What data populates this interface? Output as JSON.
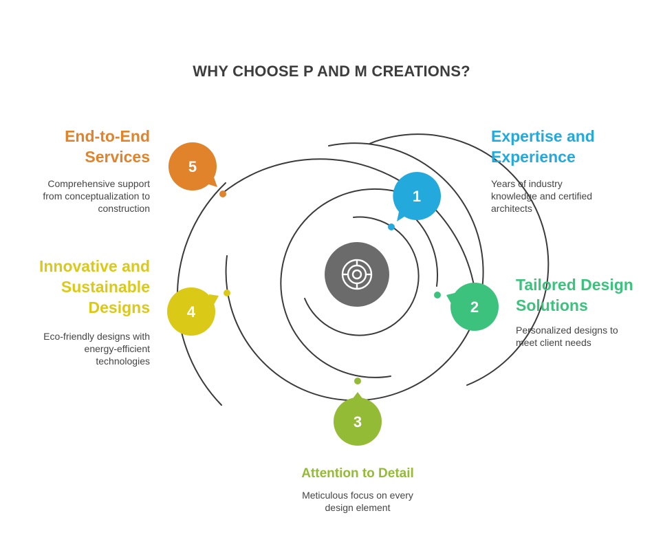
{
  "title": "WHY CHOOSE P AND M CREATIONS?",
  "center_icon": "labyrinth-icon",
  "items": [
    {
      "number": "1",
      "heading_line1": "Expertise and",
      "heading_line2": "Experience",
      "desc_line1": "Years of industry",
      "desc_line2": "knowledge and certified",
      "desc_line3": "architects",
      "color": "#23a9dc"
    },
    {
      "number": "2",
      "heading_line1": "Tailored Design",
      "heading_line2": "Solutions",
      "desc_line1": "Personalized designs to",
      "desc_line2": "meet client needs",
      "color": "#3cc27d"
    },
    {
      "number": "3",
      "heading_line1": "Attention to Detail",
      "desc_line1": "Meticulous focus on every",
      "desc_line2": "design element",
      "color": "#93bb35"
    },
    {
      "number": "4",
      "heading_line1": "Innovative and",
      "heading_line2": "Sustainable",
      "heading_line3": "Designs",
      "desc_line1": "Eco-friendly designs with",
      "desc_line2": "energy-efficient",
      "desc_line3": "technologies",
      "color": "#dbc918"
    },
    {
      "number": "5",
      "heading_line1": "End-to-End",
      "heading_line2": "Services",
      "desc_line1": "Comprehensive support",
      "desc_line2": "from conceptualization to",
      "desc_line3": "construction",
      "color": "#e0832b"
    }
  ]
}
